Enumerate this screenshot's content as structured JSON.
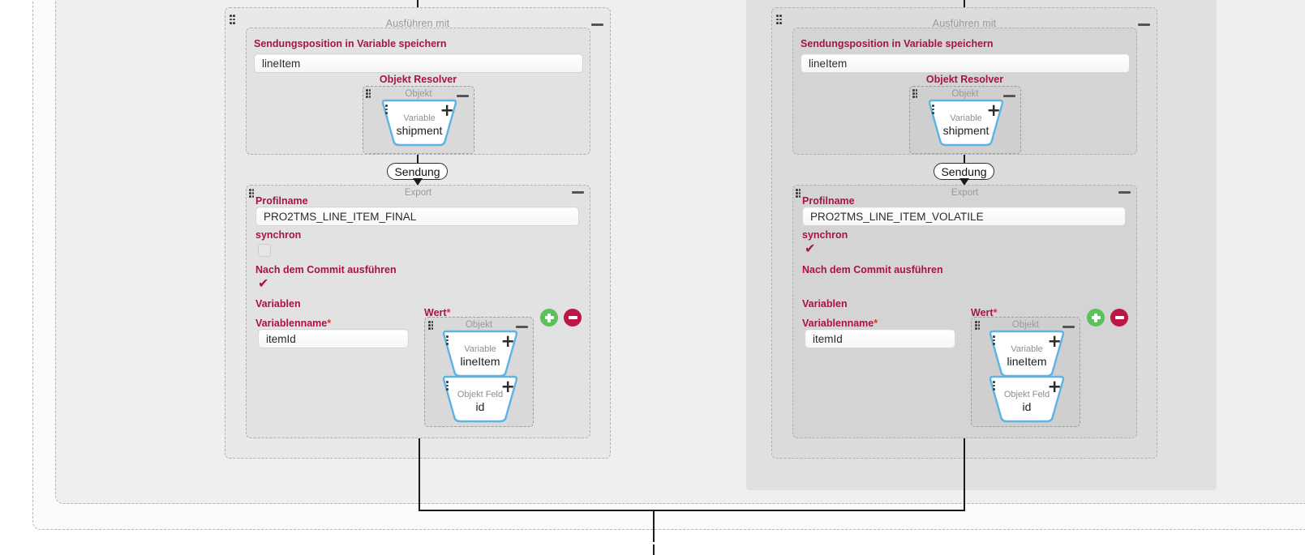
{
  "canvas": {
    "incoming_arrow_label": "",
    "branches": [
      {
        "id": "left",
        "title": "Ausführen mit",
        "selected": false,
        "store_section": {
          "label": "Sendungsposition in Variable speichern",
          "value": "lineItem",
          "resolver_label": "Objekt Resolver",
          "node_group_title": "Objekt",
          "node": {
            "type_label": "Variable",
            "value": "shipment"
          }
        },
        "connector_pill": "Sendung",
        "export_section": {
          "title": "Export",
          "profile_label": "Profilname",
          "profile_value": "PRO2TMS_LINE_ITEM_FINAL",
          "synchron_label": "synchron",
          "synchron_checked": false,
          "after_commit_label": "Nach dem Commit ausführen",
          "after_commit_checked": true,
          "variables_label": "Variablen",
          "variable_name_label": "Variablenname",
          "variable_name_required": "*",
          "variable_name_value": "itemId",
          "wert_label": "Wert",
          "wert_required": "*",
          "wert_group_title": "Objekt",
          "wert_nodes": [
            {
              "type_label": "Variable",
              "value": "lineItem"
            },
            {
              "type_label": "Objekt Feld",
              "value": "id"
            }
          ],
          "add_button_label": "+",
          "remove_button_label": "−"
        }
      },
      {
        "id": "right",
        "title": "Ausführen mit",
        "selected": true,
        "store_section": {
          "label": "Sendungsposition in Variable speichern",
          "value": "lineItem",
          "resolver_label": "Objekt Resolver",
          "node_group_title": "Objekt",
          "node": {
            "type_label": "Variable",
            "value": "shipment"
          }
        },
        "connector_pill": "Sendung",
        "export_section": {
          "title": "Export",
          "profile_label": "Profilname",
          "profile_value": "PRO2TMS_LINE_ITEM_VOLATILE",
          "synchron_label": "synchron",
          "synchron_checked": true,
          "after_commit_label": "Nach dem Commit ausführen",
          "after_commit_checked": false,
          "variables_label": "Variablen",
          "variable_name_label": "Variablenname",
          "variable_name_required": "*",
          "variable_name_value": "itemId",
          "wert_label": "Wert",
          "wert_required": "*",
          "wert_group_title": "Objekt",
          "wert_nodes": [
            {
              "type_label": "Variable",
              "value": "lineItem"
            },
            {
              "type_label": "Objekt Feld",
              "value": "id"
            }
          ],
          "add_button_label": "+",
          "remove_button_label": "−"
        }
      }
    ]
  },
  "colors": {
    "label_red": "#a8124a",
    "required_star": "#e03030",
    "node_border_blue": "#5cb4e4",
    "add_green": "#5cc15c",
    "remove_red": "#bc1744",
    "muted_title": "#9a9a9a",
    "canvas_bg": "#efefef",
    "selected_bg": "#e0e0e0"
  }
}
